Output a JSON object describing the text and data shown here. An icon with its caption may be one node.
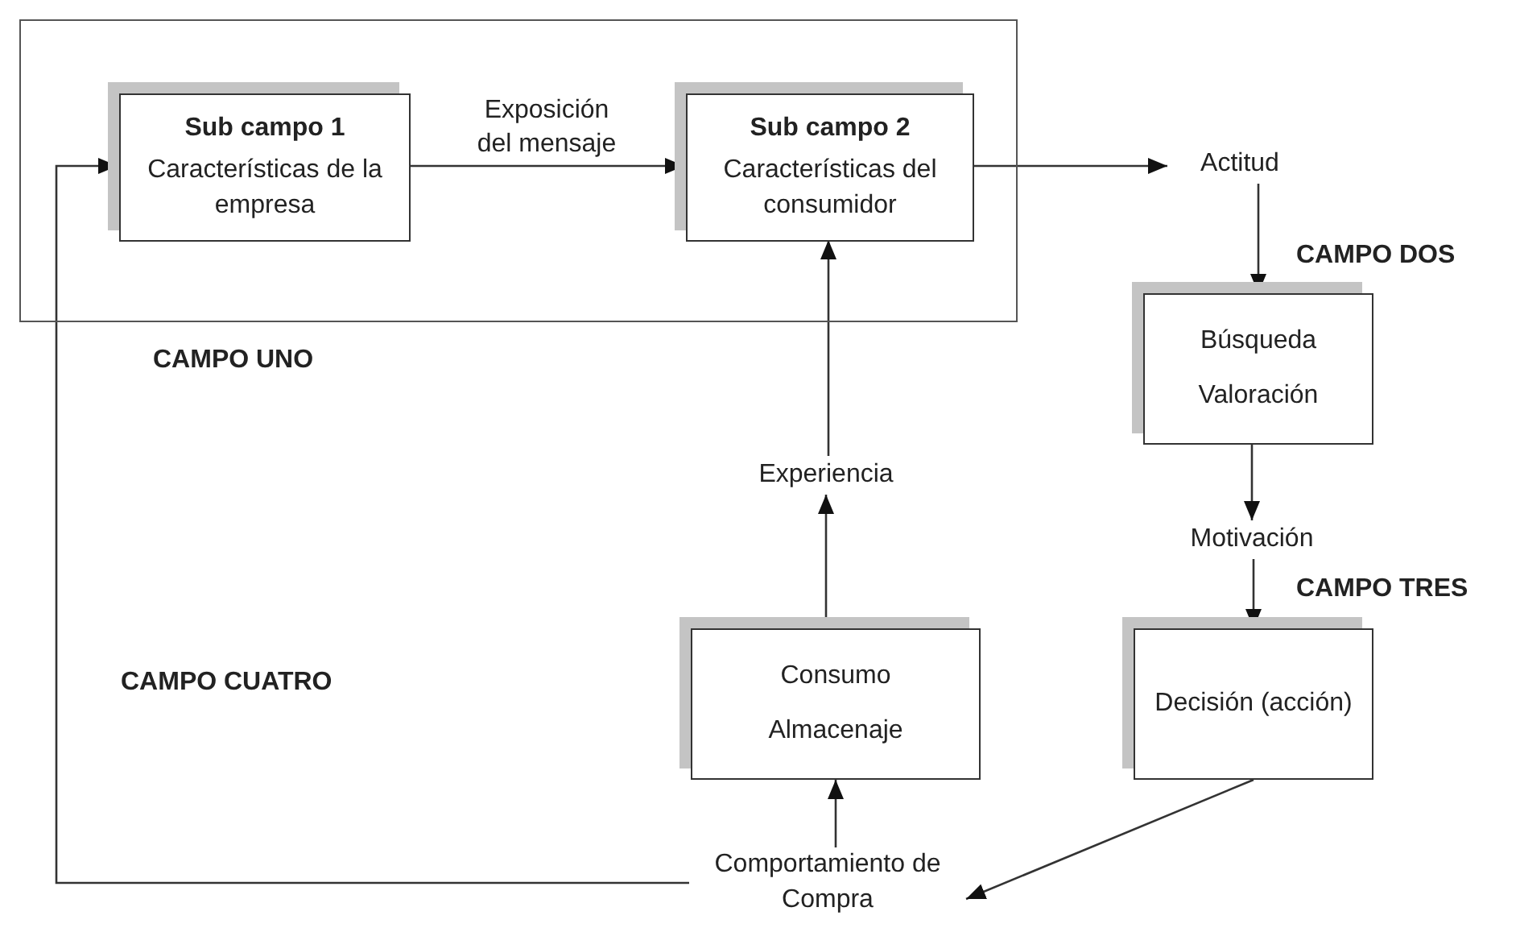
{
  "diagram": {
    "nodes": [
      {
        "text": [],
        "shape": "box"
      },
      {
        "text": [
          "Sub campo 1",
          "Características de la empresa"
        ],
        "in": 0
      },
      {
        "text": [
          "Sub campo 2",
          "Características del consumidor"
        ],
        "in": 0
      },
      {
        "text": [
          "Actitud"
        ]
      },
      {
        "text": [
          "Búsqueda",
          "Valoración"
        ]
      },
      {
        "text": [
          "Motivación"
        ]
      },
      {
        "text": [
          "Decisión (acción)"
        ]
      },
      {
        "text": [
          "Comportamiento de Compra"
        ]
      },
      {
        "text": [
          "Consumo",
          "Almacenaje"
        ]
      },
      {
        "text": [
          "Experiencia"
        ]
      }
    ],
    "edges": [
      {
        "from": 1,
        "to": 2,
        "arrow": "to",
        "label": "Exposición del mensaje"
      },
      {
        "from": 2,
        "to": 3,
        "arrow": "to"
      },
      {
        "from": 3,
        "to": 4,
        "arrow": "to"
      },
      {
        "from": 4,
        "to": 5,
        "arrow": "to"
      },
      {
        "from": 5,
        "to": 6,
        "arrow": "to"
      },
      {
        "from": 6,
        "to": 7,
        "arrow": "to"
      },
      {
        "from": 7,
        "to": 8,
        "arrow": "to"
      },
      {
        "from": 8,
        "to": 9,
        "arrow": "to"
      },
      {
        "from": 9,
        "to": 2,
        "arrow": "to"
      },
      {
        "from": 7,
        "to": 1,
        "arrow": "to"
      }
    ],
    "labels": [
      "CAMPO UNO",
      "CAMPO DOS",
      "CAMPO TRES",
      "CAMPO CUATRO"
    ]
  }
}
